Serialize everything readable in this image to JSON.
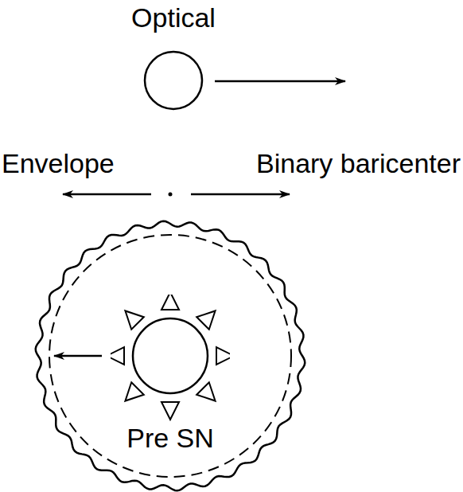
{
  "diagram": {
    "nodes": [
      {
        "text": [
          "Optical"
        ]
      },
      {
        "text": [
          "Pre SN"
        ]
      }
    ],
    "labels": [
      "Envelope",
      "Binary baricenter"
    ]
  }
}
